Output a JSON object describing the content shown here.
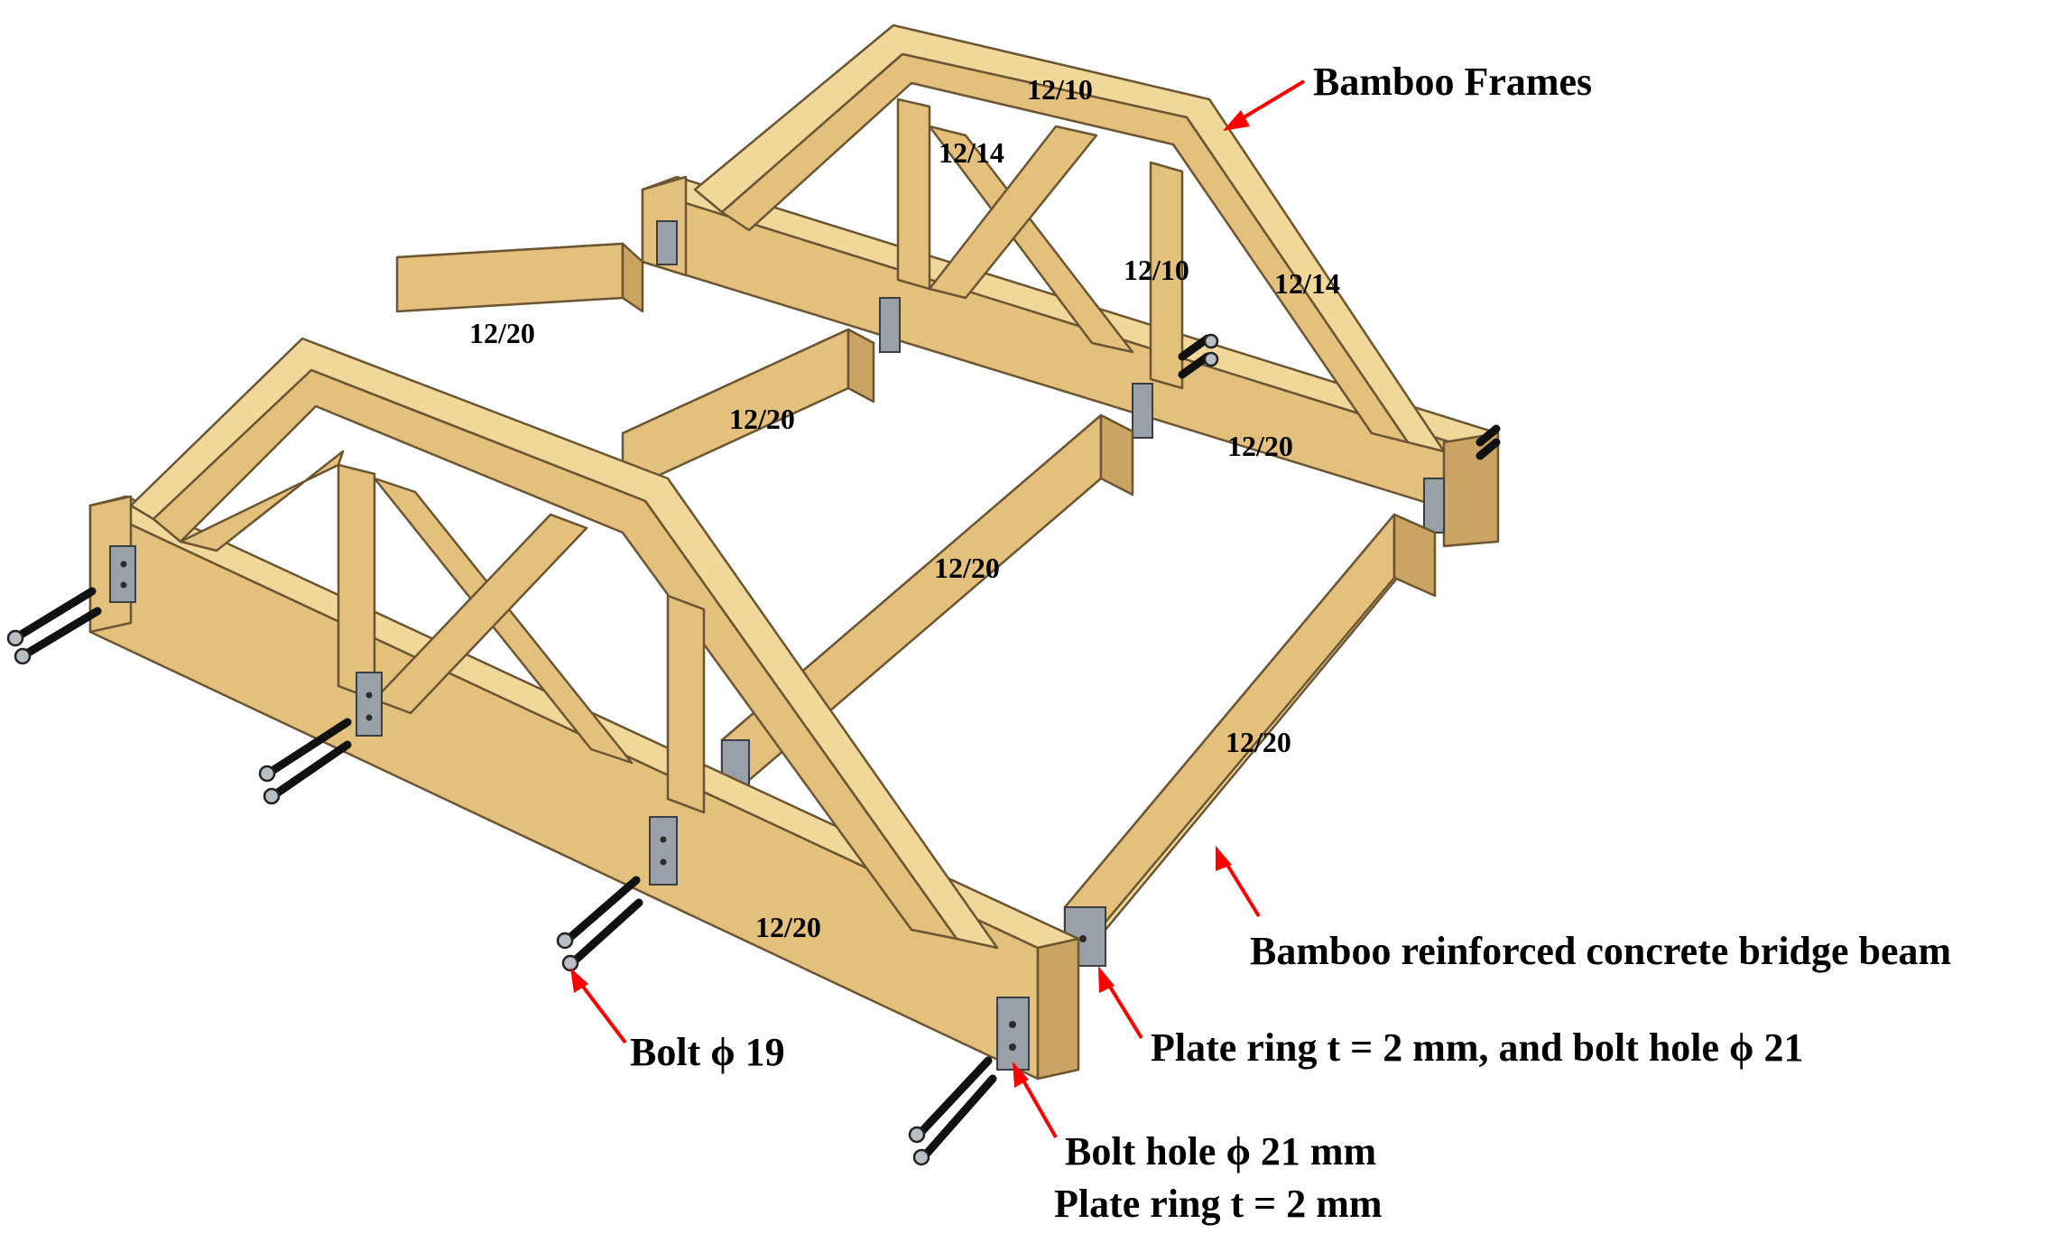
{
  "labels": {
    "bamboo_frames": "Bamboo Frames",
    "bridge_beam": "Bamboo reinforced concrete bridge beam",
    "plate_ring_hole": "Plate ring t = 2 mm, and  bolt  hole ϕ 21",
    "bolt": "Bolt ϕ 19",
    "bolt_hole": "Bolt hole ϕ 21 mm",
    "plate_ring": "Plate ring t = 2 mm"
  },
  "dimensions": {
    "top_chord_back": "12/10",
    "diag_back_left": "12/14",
    "inner_back": "12/10",
    "diag_back_right": "12/14",
    "beam_1": "12/20",
    "beam_2": "12/20",
    "beam_3": "12/20",
    "back_bottom_chord": "12/20",
    "front_beam": "12/20",
    "front_bottom_chord": "12/20"
  },
  "colors": {
    "arrow": "#ff0000",
    "wood": "#e3c07b",
    "plate": "#9aa0a8"
  }
}
